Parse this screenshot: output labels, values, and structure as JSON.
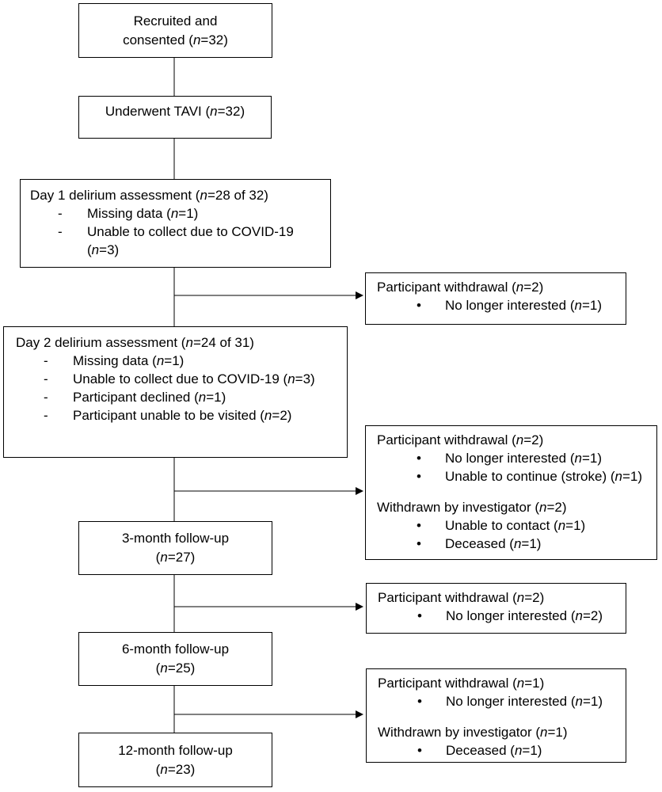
{
  "flow": {
    "recruited": {
      "line1": "Recruited and",
      "line2_pre": "consented (",
      "n": "n",
      "line2_post": "=32)"
    },
    "tavi": {
      "pre": "Underwent TAVI (",
      "n": "n",
      "post": "=32)"
    },
    "day1": {
      "title_pre": "Day 1 delirium assessment (",
      "n": "n",
      "title_post": "=28 of 32)",
      "items": [
        {
          "marker": "-",
          "pre": "Missing data (",
          "n": "n",
          "post": "=1)"
        },
        {
          "marker": "-",
          "text": "Unable to collect due to COVID-19 (",
          "n": "n",
          "post": "=3)"
        }
      ]
    },
    "day2": {
      "title_pre": "Day 2 delirium assessment (",
      "n": "n",
      "title_post": "=24 of 31)",
      "items": [
        {
          "marker": "-",
          "pre": "Missing data (",
          "n": "n",
          "post": "=1)"
        },
        {
          "marker": "-",
          "text": "Unable to collect due to COVID-19 (",
          "n": "n",
          "post": "=3)"
        },
        {
          "marker": "-",
          "pre": "Participant declined (",
          "n": "n",
          "post": "=1)"
        },
        {
          "marker": "-",
          "pre": "Participant unable to be visited (",
          "n": "n",
          "post": "=2)"
        }
      ]
    },
    "fu3": {
      "title": "3-month follow-up",
      "pre": "(",
      "n": "n",
      "post": "=27)"
    },
    "fu6": {
      "title": "6-month follow-up",
      "pre": "(",
      "n": "n",
      "post": "=25)"
    },
    "fu12": {
      "title": "12-month follow-up",
      "pre": "(",
      "n": "n",
      "post": "=23)"
    }
  },
  "exclusions": {
    "after_day1": {
      "title_pre": "Participant withdrawal (",
      "n": "n",
      "title_post": "=2)",
      "items": [
        {
          "marker": "•",
          "pre": "No longer interested (",
          "n": "n",
          "post": "=1)"
        }
      ]
    },
    "after_day2": {
      "group1_title_pre": "Participant withdrawal (",
      "n": "n",
      "group1_title_post": "=2)",
      "group1_items": [
        {
          "marker": "•",
          "pre": "No longer interested (",
          "n": "n",
          "post": "=1)"
        },
        {
          "marker": "•",
          "pre": "Unable to continue (stroke) (",
          "n": "n",
          "post": "=1)"
        }
      ],
      "group2_title_pre": "Withdrawn by investigator (",
      "group2_title_post": "=2)",
      "group2_items": [
        {
          "marker": "•",
          "pre": "Unable to contact (",
          "n": "n",
          "post": "=1)"
        },
        {
          "marker": "•",
          "pre": "Deceased (",
          "n": "n",
          "post": "=1)"
        }
      ]
    },
    "after_3month": {
      "title_pre": "Participant withdrawal (",
      "n": "n",
      "title_post": "=2)",
      "items": [
        {
          "marker": "•",
          "pre": "No longer interested (",
          "n": "n",
          "post": "=2)"
        }
      ]
    },
    "after_6month": {
      "group1_title_pre": "Participant withdrawal (",
      "n": "n",
      "group1_title_post": "=1)",
      "group1_items": [
        {
          "marker": "•",
          "pre": "No longer interested (",
          "n": "n",
          "post": "=1)"
        }
      ],
      "group2_title_pre": "Withdrawn by investigator (",
      "group2_title_post": "=1)",
      "group2_items": [
        {
          "marker": "•",
          "pre": "Deceased (",
          "n": "n",
          "post": "=1)"
        }
      ]
    }
  }
}
